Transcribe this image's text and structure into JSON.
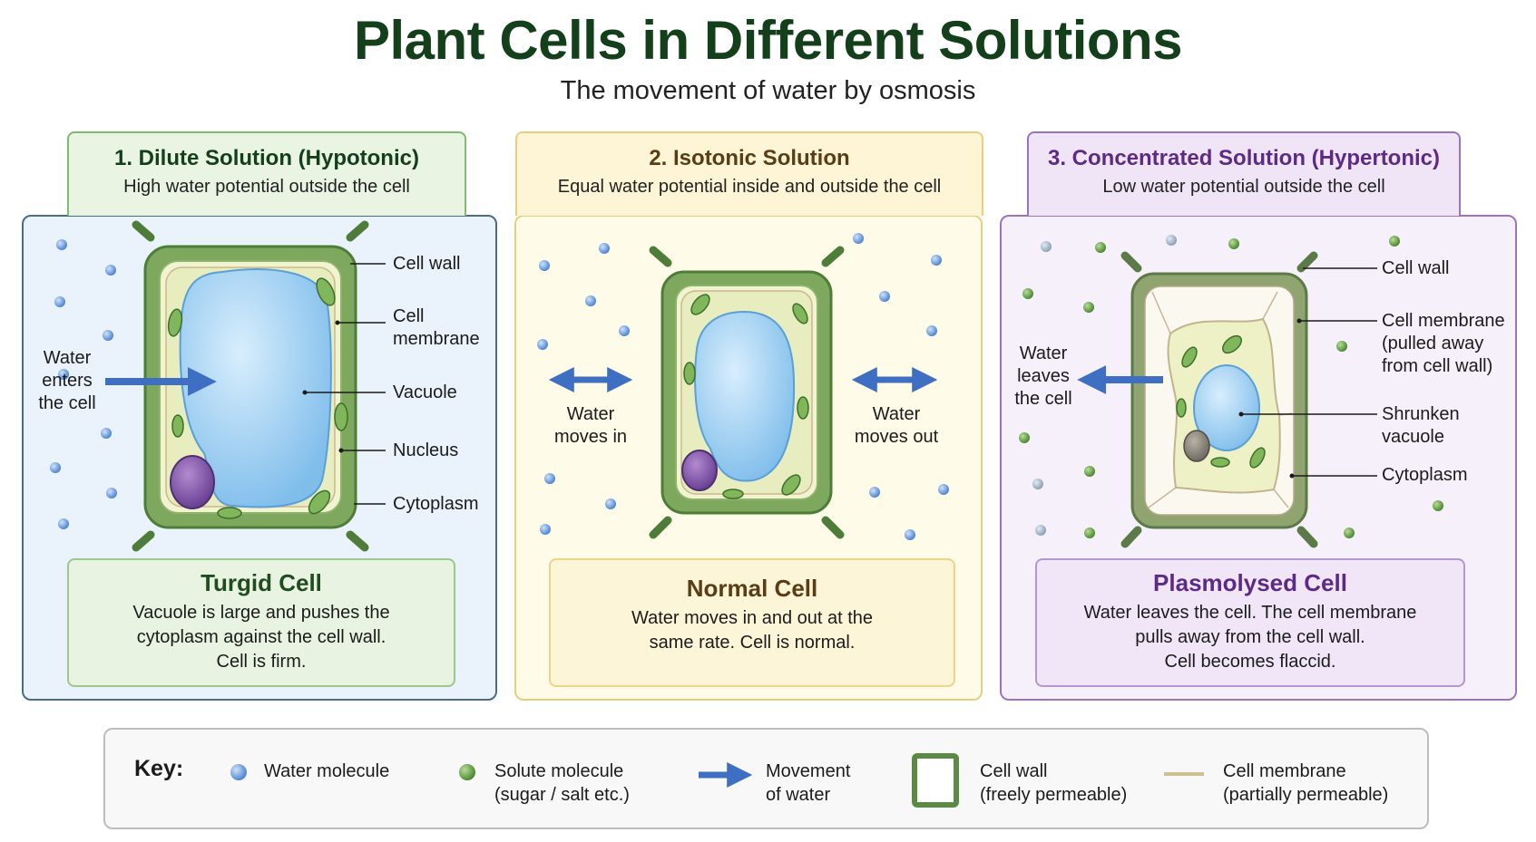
{
  "title": "Plant Cells in Different Solutions",
  "subtitle": "The movement of water by osmosis",
  "colors": {
    "water": "#5b8fd6",
    "solute": "#5a9a3e",
    "arrow": "#3f6fc2",
    "cell_wall": "#5b8a45",
    "vacuole": "#a9d4f5",
    "cytoplasm": "#eef3c8",
    "nucleus": "#8e64b1"
  },
  "panels": [
    {
      "heading": "1. Dilute Solution (Hypotonic)",
      "subheading": "High water potential outside the cell",
      "arrow_label": [
        "Water",
        "enters",
        "the cell"
      ],
      "parts": [
        "Cell wall",
        "Cell",
        "membrane",
        "Vacuole",
        "Nucleus",
        "Cytoplasm"
      ],
      "caption_title": "Turgid Cell",
      "caption_lines": [
        "Vacuole is large and pushes the",
        "cytoplasm against the cell wall.",
        "Cell is firm."
      ]
    },
    {
      "heading": "2. Isotonic Solution",
      "subheading": "Equal water potential inside and outside the cell",
      "left_label": [
        "Water",
        "moves in"
      ],
      "right_label": [
        "Water",
        "moves out"
      ],
      "caption_title": "Normal Cell",
      "caption_lines": [
        "Water moves in and out at the",
        "same rate. Cell is normal."
      ]
    },
    {
      "heading": "3. Concentrated Solution (Hypertonic)",
      "subheading": "Low water potential outside the cell",
      "arrow_label": [
        "Water",
        "leaves",
        "the cell"
      ],
      "parts": [
        "Cell wall",
        "Cell membrane",
        "(pulled away",
        "from cell wall)",
        "Shrunken",
        "vacuole",
        "Cytoplasm"
      ],
      "caption_title": "Plasmolysed Cell",
      "caption_lines": [
        "Water leaves the cell. The cell membrane",
        "pulls away from the cell wall.",
        "Cell becomes flaccid."
      ]
    }
  ],
  "key": {
    "title": "Key:",
    "items": [
      {
        "lines": [
          "Water molecule"
        ]
      },
      {
        "lines": [
          "Solute molecule",
          "(sugar / salt etc.)"
        ]
      },
      {
        "lines": [
          "Movement",
          "of water"
        ]
      },
      {
        "lines": [
          "Cell wall",
          "(freely permeable)"
        ]
      },
      {
        "lines": [
          "Cell membrane",
          "(partially permeable)"
        ]
      }
    ]
  }
}
